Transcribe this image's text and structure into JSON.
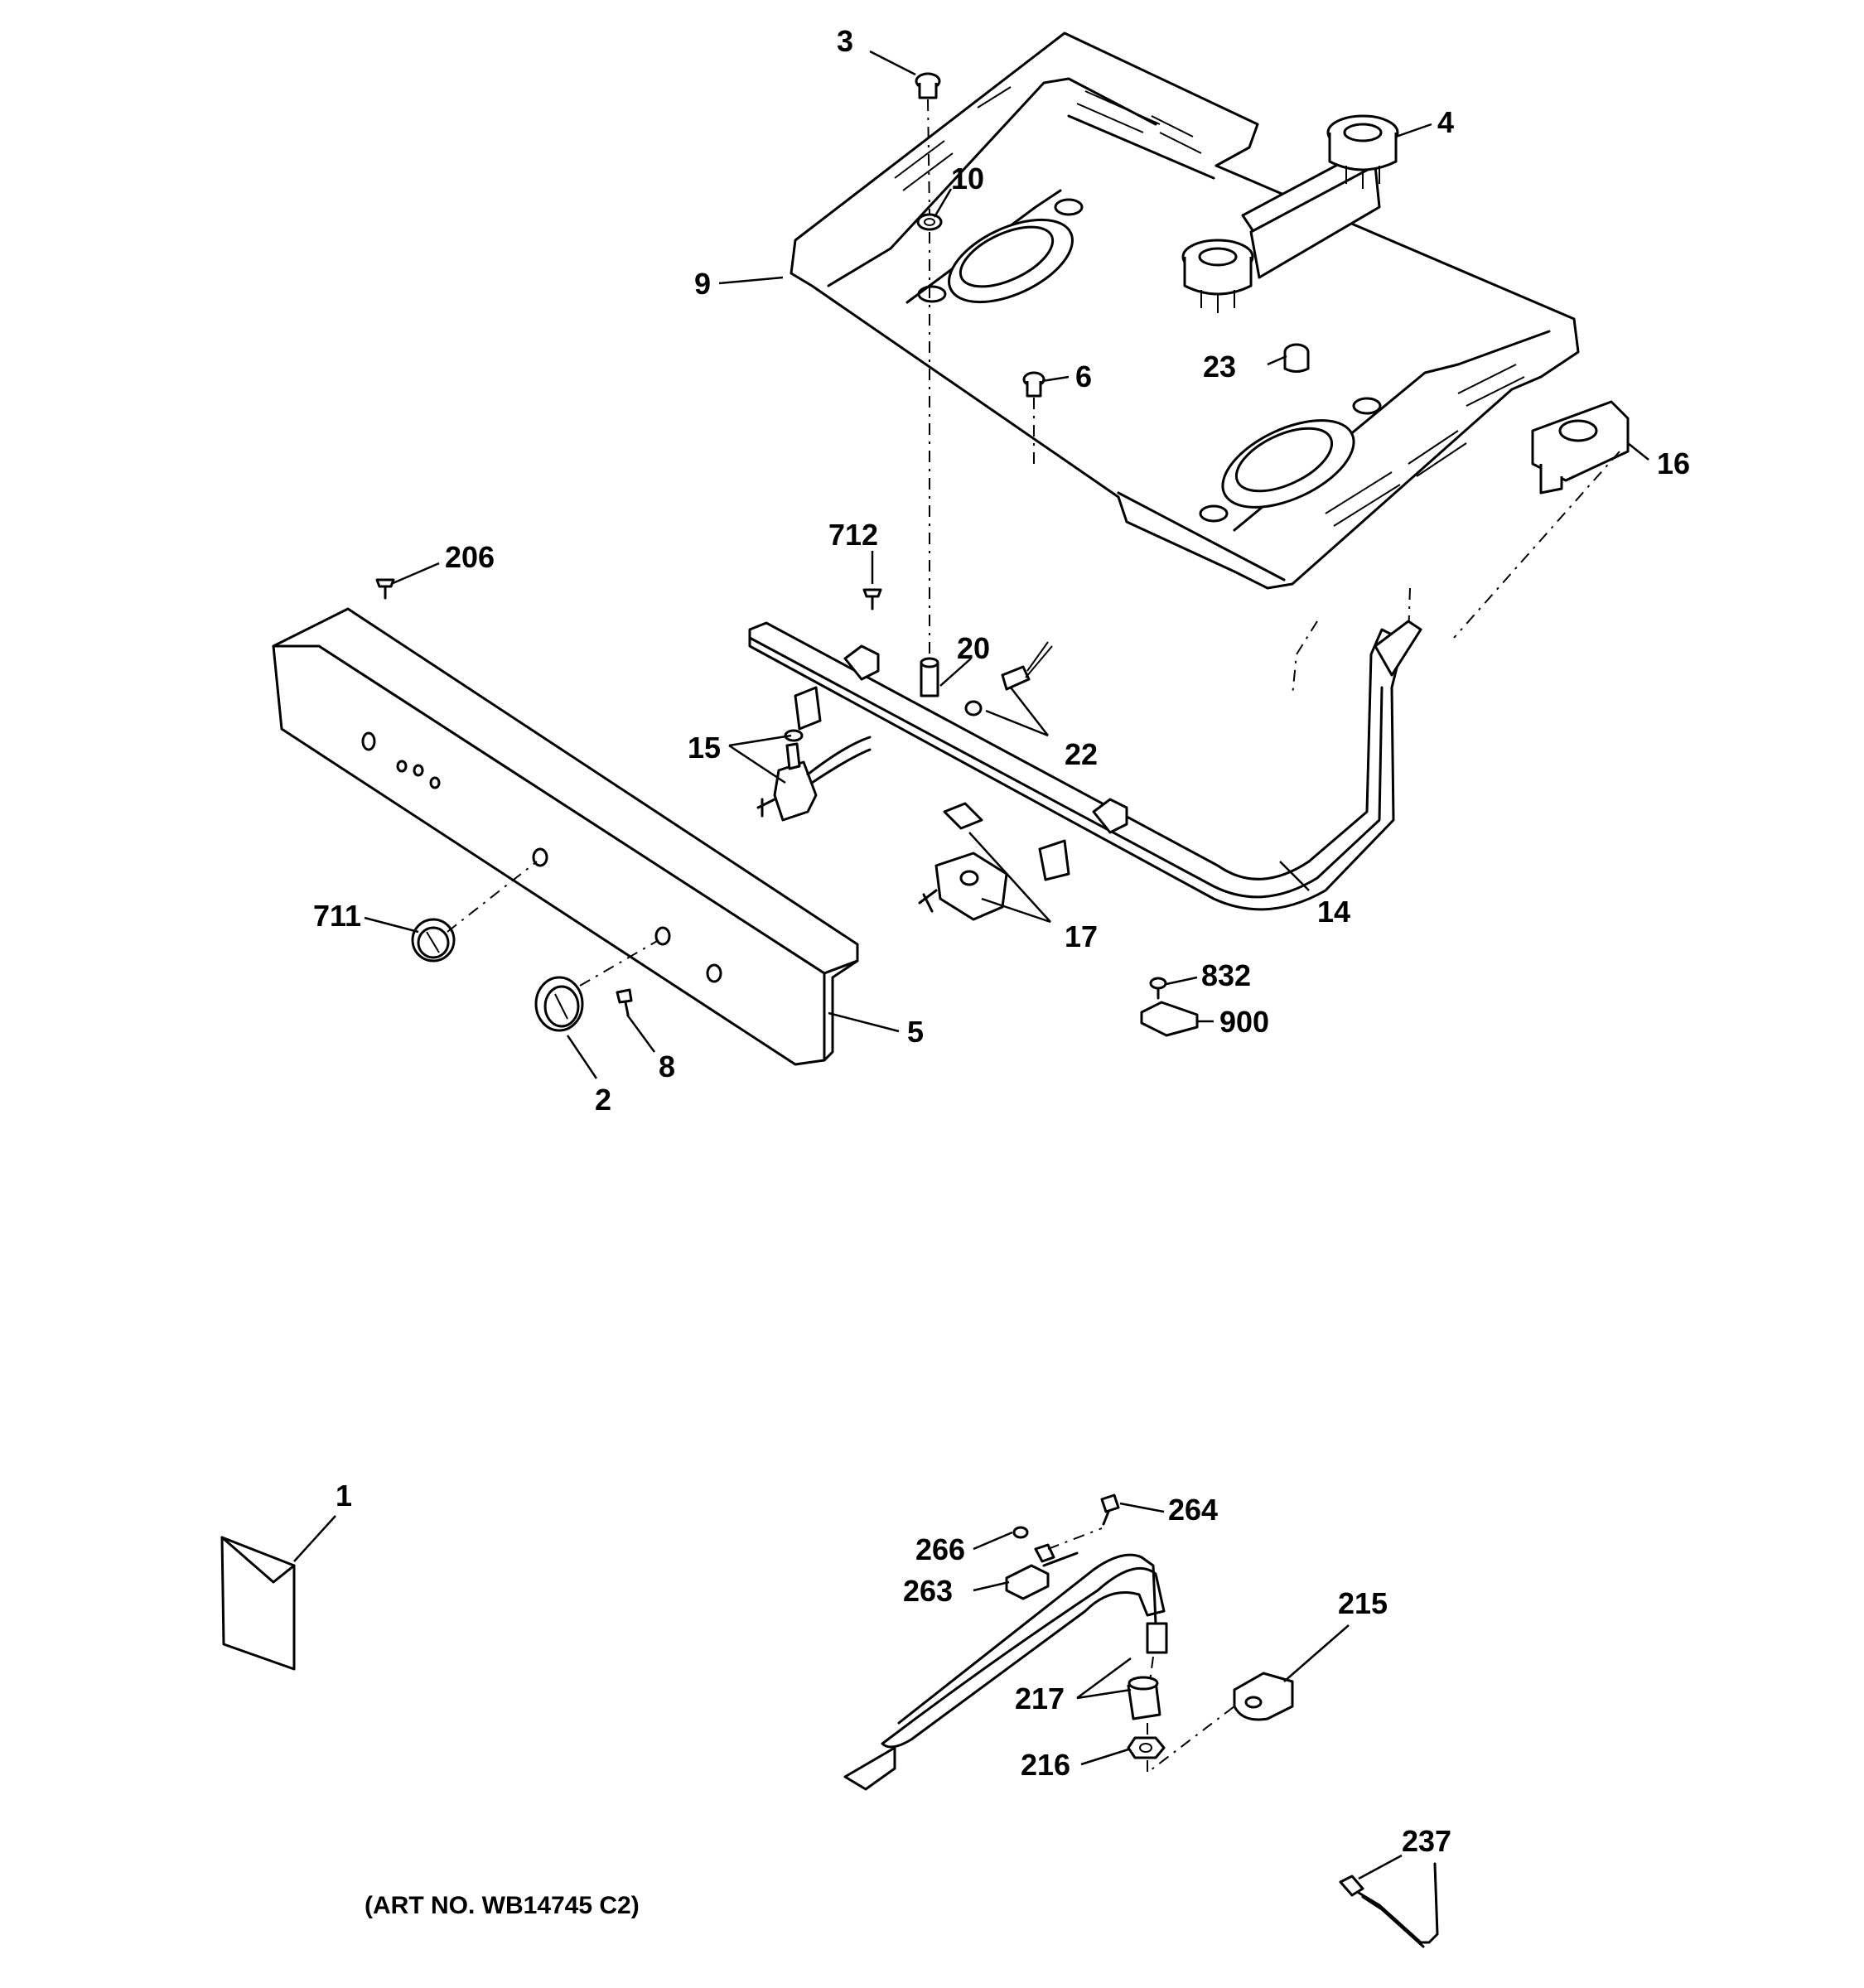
{
  "callouts": {
    "c1": "1",
    "c2": "2",
    "c3": "3",
    "c4": "4",
    "c5": "5",
    "c6": "6",
    "c8": "8",
    "c9": "9",
    "c10": "10",
    "c14": "14",
    "c15": "15",
    "c16": "16",
    "c17": "17",
    "c20": "20",
    "c22": "22",
    "c23": "23",
    "c206": "206",
    "c215": "215",
    "c216": "216",
    "c217": "217",
    "c237": "237",
    "c263": "263",
    "c264": "264",
    "c266": "266",
    "c711": "711",
    "c712": "712",
    "c832": "832",
    "c900": "900"
  },
  "art_number": "(ART NO. WB14745 C2)"
}
